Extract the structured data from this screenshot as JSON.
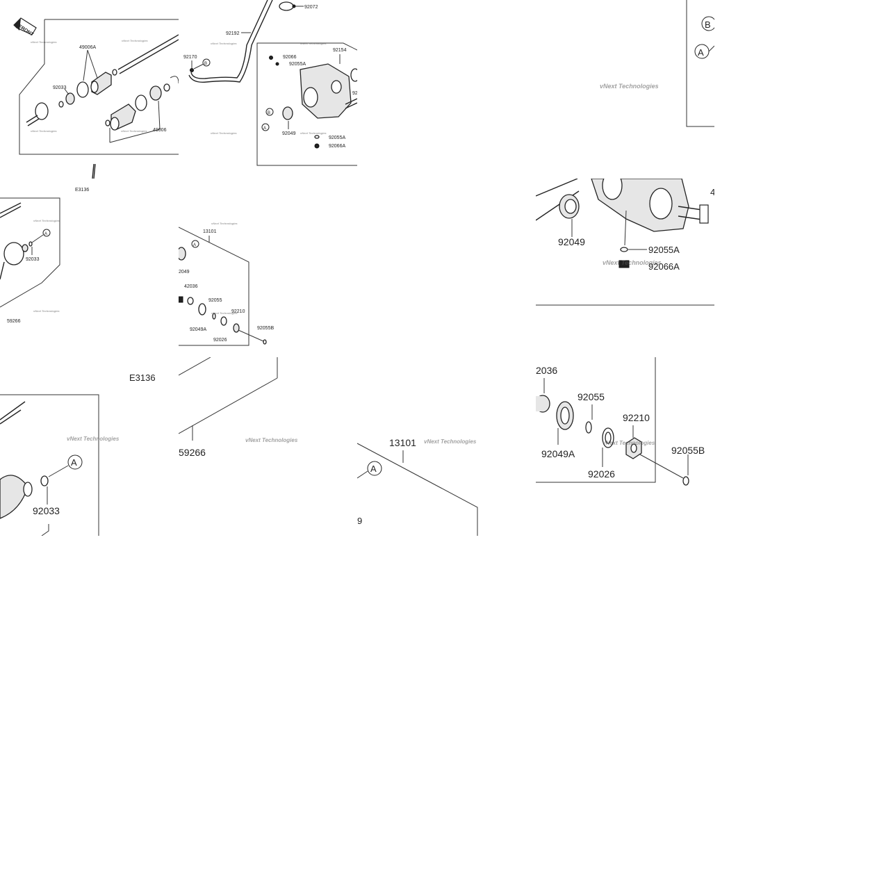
{
  "diagram": {
    "front_label": "FRONT",
    "watermark": "vNext Technologies",
    "watermark_2": "Technologies",
    "section_code": "E3136",
    "callouts": {
      "A": "A",
      "B": "B"
    },
    "parts": {
      "p49006A": "49006A",
      "p92033": "92033",
      "p49006": "49006",
      "p92192": "92192",
      "p92170": "92170",
      "p92072": "92072",
      "p92066": "92066",
      "p92055A": "92055A",
      "p92154": "92154",
      "p92049": "92049",
      "p92066A": "92066A",
      "p59266": "59266",
      "p13101": "13101",
      "p42036": "42036",
      "p92055": "92055",
      "p92210": "92210",
      "p92049A": "92049A",
      "p92026": "92026",
      "p92055B": "92055B"
    },
    "fragments": {
      "cut_42036": "2036",
      "cut_9": "9",
      "cut_4": "4",
      "cut_92": "92",
      "cut_2049": "2049",
      "cut_9215": "92154"
    }
  }
}
